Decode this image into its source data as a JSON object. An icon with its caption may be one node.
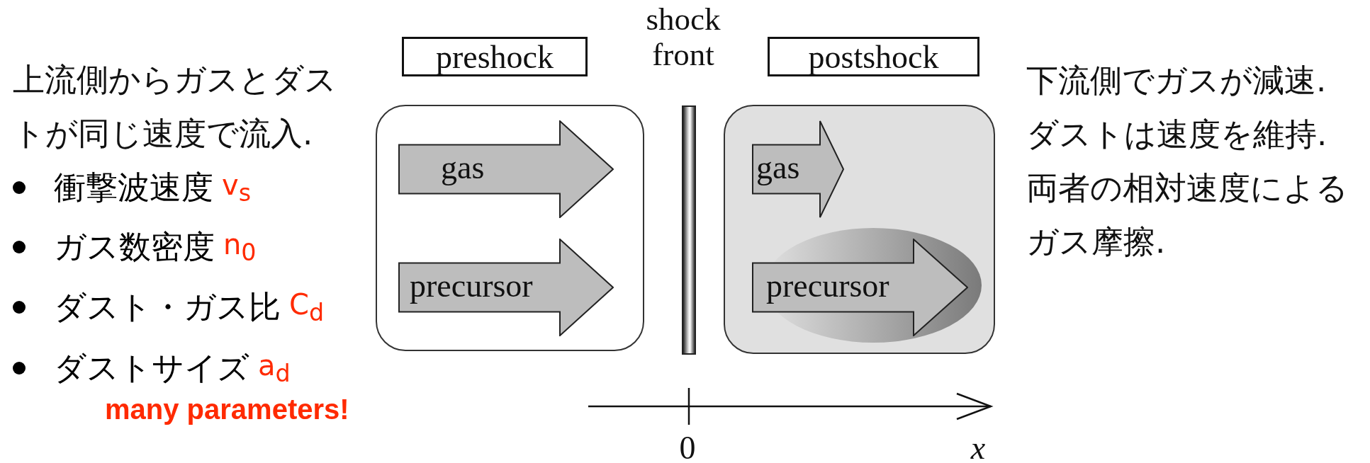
{
  "diagram": {
    "nodes": [
      {
        "text": [
          "preshock"
        ]
      },
      {
        "text": [],
        "shape": "bar",
        "beside": [
          "shock front"
        ]
      },
      {
        "text": [
          "postshock"
        ]
      },
      {
        "text": [],
        "shape": "box"
      },
      {
        "text": [
          "gas"
        ],
        "in": 3
      },
      {
        "text": [
          "precursor"
        ],
        "in": 3
      },
      {
        "text": [],
        "shape": "box"
      },
      {
        "text": [
          "gas"
        ],
        "in": 6
      },
      {
        "text": [
          "precursor"
        ],
        "in": 6
      }
    ],
    "labels": [
      "上流側からガスとダストが同じ速度で流入.",
      "衝撃波速度",
      "v$_{s}$",
      "ガス数密度",
      "n$_{0}$",
      "ダスト・ガス比",
      "C$_{d}$",
      "ダストサイズ",
      "a$_{d}$",
      "many parameters!",
      "下流側でガスが減速.ダストは速度を維持.両者の相対速度によるガス摩擦.",
      "0",
      "x"
    ]
  }
}
